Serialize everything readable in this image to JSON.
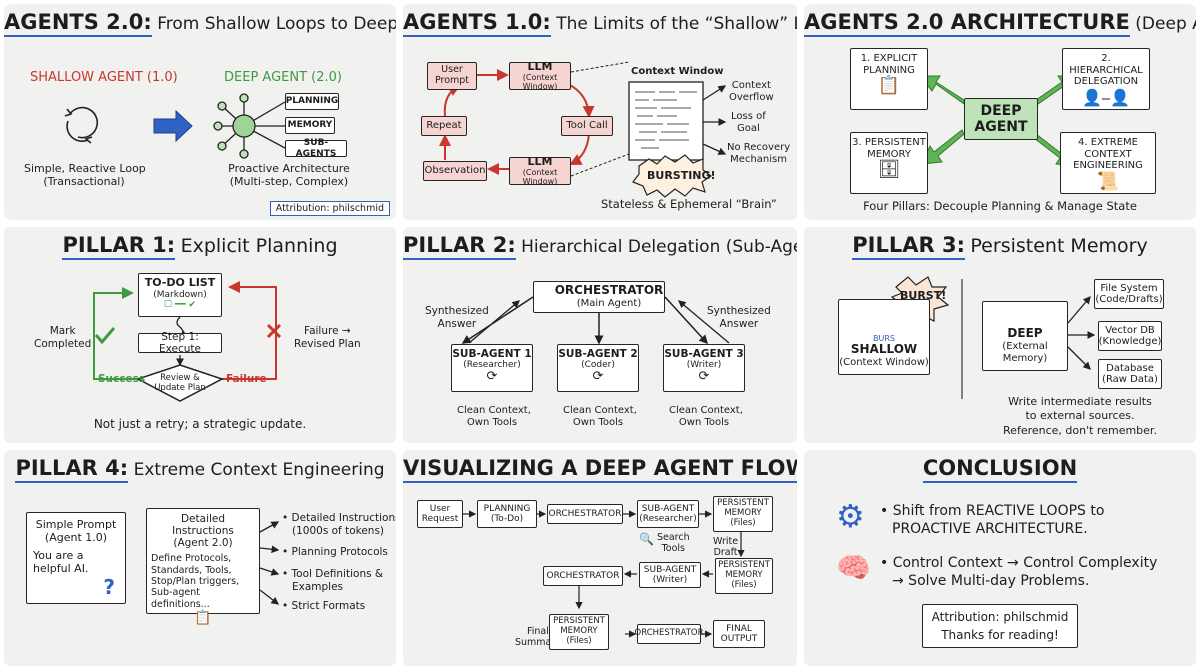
{
  "p1": {
    "title_bold": "AGENTS 2.0:",
    "title_rest": "From Shallow Loops to Deep Agents",
    "shallow_label": "SHALLOW AGENT (1.0)",
    "deep_label": "DEEP AGENT (2.0)",
    "nodes": [
      "PLANNING",
      "MEMORY",
      "SUB-AGENTS"
    ],
    "shallow_caption": [
      "Simple, Reactive Loop",
      "(Transactional)"
    ],
    "deep_caption": [
      "Proactive Architecture",
      "(Multi-step, Complex)"
    ],
    "attribution": "Attribution: philschmid"
  },
  "p2": {
    "title_bold": "AGENTS 1.0:",
    "title_rest": "The Limits of the “Shallow” Loop",
    "user_prompt": [
      "User",
      "Prompt"
    ],
    "llm": "LLM",
    "llm_sub": "(Context Window)",
    "tool_call": "Tool Call",
    "repeat": "Repeat",
    "observation": "Observation",
    "context_window": "Context Window",
    "bursting": "BURSTING!",
    "issues": [
      [
        "Context",
        "Overflow"
      ],
      [
        "Loss of",
        "Goal"
      ],
      [
        "No Recovery",
        "Mechanism"
      ]
    ],
    "caption": "Stateless & Ephemeral “Brain”"
  },
  "p3": {
    "title_bold": "AGENTS 2.0 ARCHITECTURE",
    "title_rest": "(Deep Agents)",
    "center": [
      "DEEP",
      "AGENT"
    ],
    "pillars": [
      [
        "1. EXPLICIT",
        "PLANNING"
      ],
      [
        "2. HIERARCHICAL",
        "DELEGATION"
      ],
      [
        "3. PERSISTENT",
        "MEMORY"
      ],
      [
        "4. EXTREME CONTEXT",
        "ENGINEERING"
      ]
    ],
    "caption": "Four Pillars: Decouple Planning & Manage State"
  },
  "p4": {
    "title_bold": "PILLAR 1:",
    "title_rest": "Explicit Planning",
    "todo": [
      "TO-DO LIST",
      "(Markdown)"
    ],
    "step": "Step 1: Execute",
    "review": [
      "Review &",
      "Update Plan"
    ],
    "mark": [
      "Mark",
      "Completed"
    ],
    "failure_revised": [
      "Failure →",
      "Revised Plan"
    ],
    "success": "Success",
    "failure": "Failure",
    "caption": "Not just a retry; a strategic update."
  },
  "p5": {
    "title_bold": "PILLAR 2:",
    "title_rest": "Hierarchical Delegation (Sub-Agents)",
    "orch": [
      "ORCHESTRATOR",
      "(Main Agent)"
    ],
    "synth": [
      "Synthesized",
      "Answer"
    ],
    "subs": [
      [
        "SUB-AGENT 1",
        "(Researcher)"
      ],
      [
        "SUB-AGENT 2",
        "(Coder)"
      ],
      [
        "SUB-AGENT 3",
        "(Writer)"
      ]
    ],
    "clean": [
      "Clean Context,",
      "Own Tools"
    ]
  },
  "p6": {
    "title_bold": "PILLAR 3:",
    "title_rest": "Persistent Memory",
    "burst": "BURST!",
    "burst_small": "BURS",
    "shallow": [
      "SHALLOW",
      "(Context Window)"
    ],
    "deep": [
      "DEEP",
      "(External Memory)"
    ],
    "stores": [
      [
        "File System",
        "(Code/Drafts)"
      ],
      [
        "Vector DB",
        "(Knowledge)"
      ],
      [
        "Database",
        "(Raw Data)"
      ]
    ],
    "caption": [
      "Write intermediate results",
      "to external sources.",
      "Reference, don't remember."
    ]
  },
  "p7": {
    "title_bold": "PILLAR 4:",
    "title_rest": "Extreme Context Engineering",
    "simple": [
      "Simple Prompt",
      "(Agent 1.0)"
    ],
    "simple_body": [
      "You are a",
      "helpful AI."
    ],
    "detailed": [
      "Detailed Instructions",
      "(Agent 2.0)"
    ],
    "detailed_body": [
      "Define Protocols,",
      "Standards, Tools,",
      "Stop/Plan triggers,",
      "Sub-agent definitions..."
    ],
    "bullets": [
      [
        "• Detailed Instructions",
        "(1000s of tokens)"
      ],
      [
        "• Planning Protocols"
      ],
      [
        "• Tool Definitions &",
        "Examples"
      ],
      [
        "• Strict Formats"
      ]
    ]
  },
  "p8": {
    "title_bold": "VISUALIZING A DEEP AGENT FLOW",
    "user_request": [
      "User",
      "Request"
    ],
    "planning": [
      "PLANNING",
      "(To-Do)"
    ],
    "orchestrator": "ORCHESTRATOR",
    "sub_research": [
      "SUB-AGENT",
      "(Researcher)"
    ],
    "memory": [
      "PERSISTENT",
      "MEMORY",
      "(Files)"
    ],
    "search_tools": [
      "Search",
      "Tools"
    ],
    "write_draft": [
      "Write",
      "Draft"
    ],
    "sub_writer": [
      "SUB-AGENT",
      "(Writer)"
    ],
    "final_summary": [
      "Final",
      "Summary"
    ],
    "final_output": [
      "FINAL",
      "OUTPUT"
    ]
  },
  "p9": {
    "title_bold": "CONCLUSION",
    "point1": [
      "• Shift from REACTIVE LOOPS to",
      "PROACTIVE ARCHITECTURE."
    ],
    "point2": [
      "• Control Context → Control Complexity",
      "→ Solve Multi-day Problems."
    ],
    "attribution": "Attribution: philschmid",
    "thanks": "Thanks for reading!"
  },
  "colors": {
    "red": "#c8372d",
    "green": "#3d9a41",
    "blue": "#2f62c4",
    "pink": "#f6d4d2",
    "green_fill": "#bfe3b8"
  }
}
